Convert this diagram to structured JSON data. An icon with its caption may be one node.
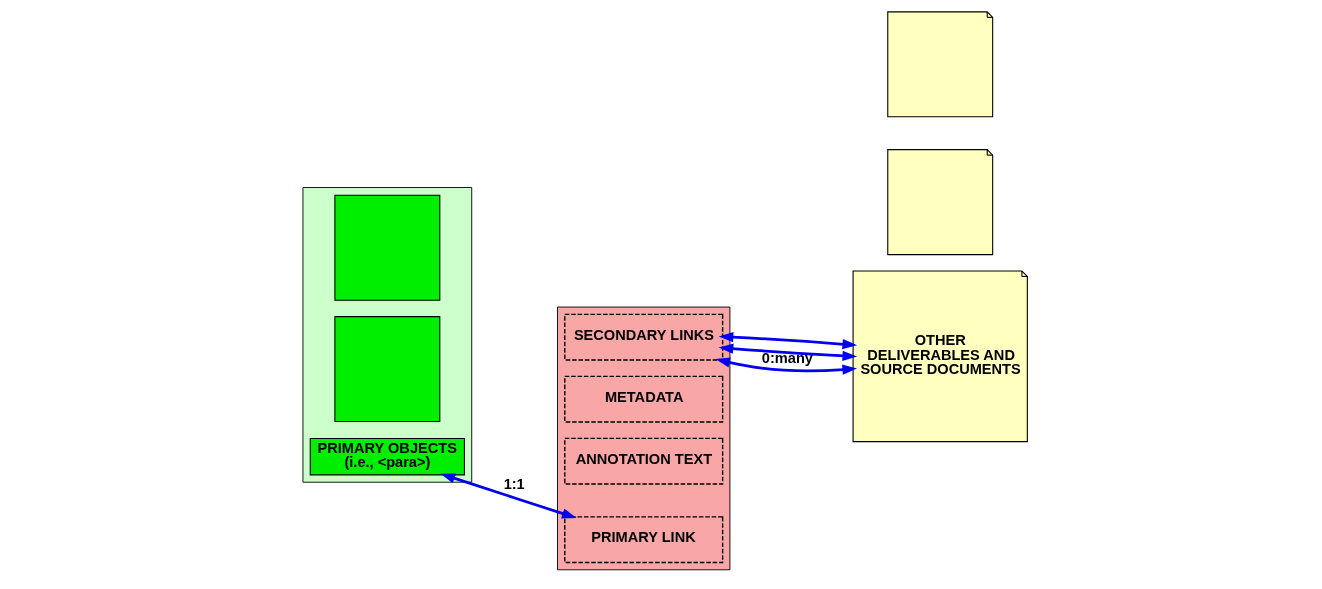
{
  "diagram": {
    "nodes": [
      {
        "text": [],
        "shape": "document"
      },
      {
        "text": [],
        "shape": "box",
        "in": 0
      },
      {
        "text": [],
        "shape": "box",
        "in": 0
      },
      {
        "text": [
          "PRIMARY OBJECTS (i.e., <para>)"
        ],
        "in": 0
      },
      {
        "text": [],
        "shape": "box"
      },
      {
        "text": [
          "METADATA"
        ],
        "in": 4
      },
      {
        "text": [
          "PRIMARY LINK"
        ],
        "in": 4
      },
      {
        "text": [
          "ANNOTATION TEXT"
        ],
        "in": 4
      },
      {
        "text": [
          "SECONDARY LINKS"
        ],
        "in": 4
      },
      {
        "text": [],
        "shape": "document"
      },
      {
        "text": [],
        "shape": "document"
      },
      {
        "text": [
          "OTHER DELIVERABLES AND SOURCE DOCUMENTS"
        ]
      }
    ],
    "edges": [
      {
        "from": 3,
        "to": 6,
        "arrow": "both",
        "label": "1:1"
      },
      {
        "from": 8,
        "to": 11,
        "arrow": "both"
      },
      {
        "from": 8,
        "to": 11,
        "arrow": "both"
      },
      {
        "from": 8,
        "to": 11,
        "arrow": "both",
        "label": "0:many"
      }
    ]
  }
}
